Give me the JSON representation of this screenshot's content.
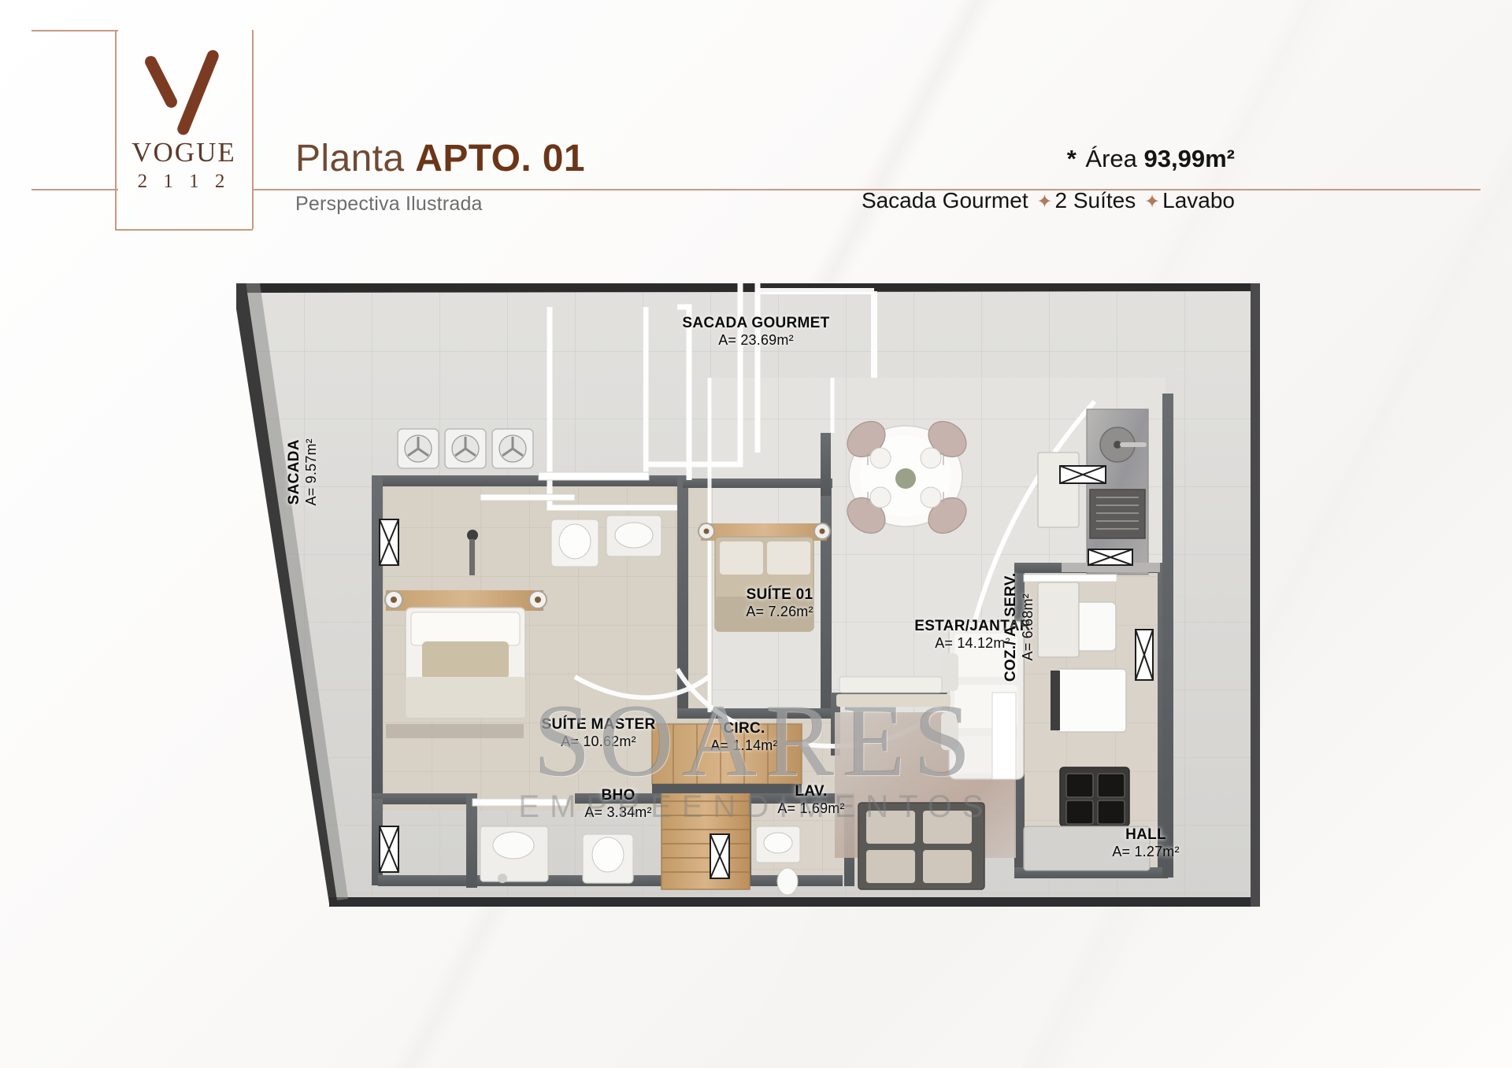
{
  "brand": {
    "logo_name": "VOGUE",
    "logo_number": "2 1 1 2",
    "logo_color": "#7b3b22"
  },
  "header": {
    "title_light": "Planta ",
    "title_bold": "APTO. 01",
    "subtitle": "Perspectiva Ilustrada",
    "area_star": "*",
    "area_label": "Área ",
    "area_value": "93,99m²",
    "feature_1": "Sacada Gourmet",
    "feature_sep_1": "✦",
    "feature_2": "2 Suítes",
    "feature_sep_2": "✦",
    "feature_3": "Lavabo",
    "accent_color": "#c79a81",
    "title_color": "#6b3a20"
  },
  "watermark": {
    "main": "SOARES",
    "sub": "EMPREENDIMENTOS"
  },
  "rooms": [
    {
      "id": "sacada",
      "name": "SACADA",
      "area": "A= 9.57m²"
    },
    {
      "id": "sacada-gourmet",
      "name": "SACADA GOURMET",
      "area": "A= 23.69m²"
    },
    {
      "id": "suite-01",
      "name": "SUÍTE 01",
      "area": "A= 7.26m²"
    },
    {
      "id": "estar-jantar",
      "name": "ESTAR/JANTAR",
      "area": "A= 14.12m²"
    },
    {
      "id": "suite-master",
      "name": "SUÍTE MASTER",
      "area": "A= 10.62m²"
    },
    {
      "id": "circ",
      "name": "CIRC.",
      "area": "A= 1.14m²"
    },
    {
      "id": "bho",
      "name": "BHO",
      "area": "A= 3.34m²"
    },
    {
      "id": "lav",
      "name": "LAV.",
      "area": "A= 1.69m²"
    },
    {
      "id": "coz-serv",
      "name": "COZ./ A. SERV.",
      "area": "A= 6.68m²"
    },
    {
      "id": "hall",
      "name": "HALL",
      "area": "A= 1.27m²"
    }
  ],
  "plan_meta": {
    "view": "Perspectiva Ilustrada",
    "wall_color": "#5d6063",
    "floor_tile_color": "#d9d8d5",
    "interior_floor_color": "#d8d2c8"
  }
}
